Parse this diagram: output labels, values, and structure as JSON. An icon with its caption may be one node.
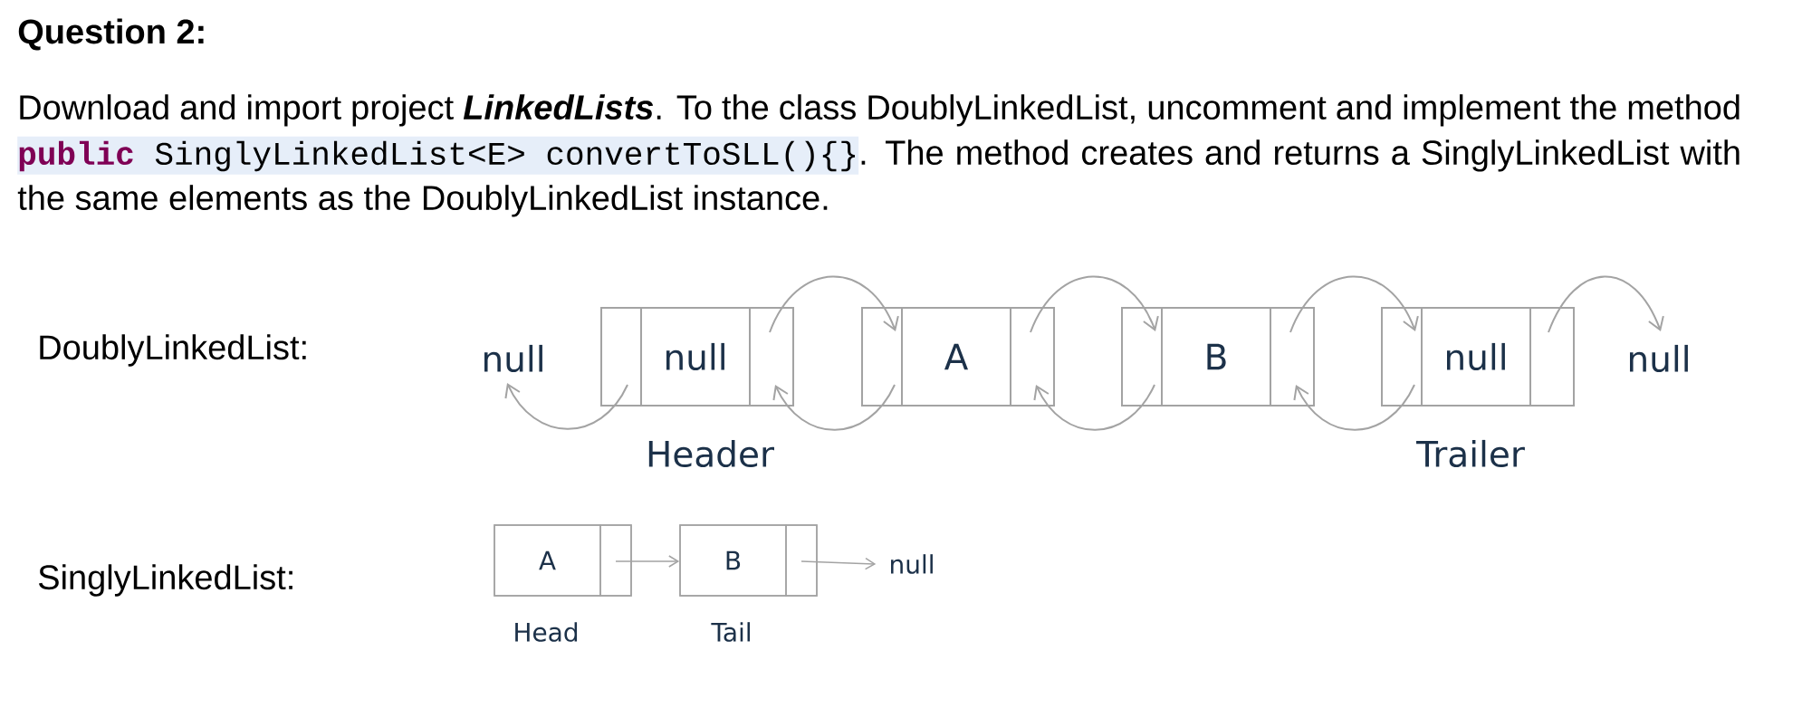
{
  "diagram": {
    "title": "Question 2:",
    "nodes": [
      {
        "text": [
          "null"
        ]
      },
      {
        "text": [],
        "shape": "box",
        "beside": [
          "Header"
        ]
      },
      {
        "text": [],
        "shape": "box",
        "in": 1
      },
      {
        "text": [
          "null"
        ],
        "in": 1
      },
      {
        "text": [],
        "shape": "box",
        "in": 1
      },
      {
        "text": [],
        "shape": "box"
      },
      {
        "text": [],
        "shape": "box",
        "in": 5
      },
      {
        "text": [
          "A"
        ],
        "in": 5
      },
      {
        "text": [],
        "shape": "box",
        "in": 5
      },
      {
        "text": [],
        "shape": "box"
      },
      {
        "text": [],
        "shape": "box",
        "in": 9
      },
      {
        "text": [
          "B"
        ],
        "in": 9
      },
      {
        "text": [],
        "shape": "box",
        "in": 9
      },
      {
        "text": [],
        "shape": "box",
        "beside": [
          "Trailer"
        ]
      },
      {
        "text": [],
        "shape": "box",
        "in": 13
      },
      {
        "text": [
          "null"
        ],
        "in": 13
      },
      {
        "text": [],
        "shape": "box",
        "in": 13
      },
      {
        "text": [
          "null"
        ]
      },
      {
        "text": [],
        "shape": "box",
        "beside": [
          "Head"
        ]
      },
      {
        "text": [
          "A"
        ],
        "in": 18
      },
      {
        "text": [],
        "shape": "box",
        "in": 18
      },
      {
        "text": [],
        "shape": "box",
        "beside": [
          "Tail"
        ]
      },
      {
        "text": [
          "B"
        ],
        "in": 21
      },
      {
        "text": [],
        "shape": "box",
        "in": 21
      },
      {
        "text": [
          "null"
        ]
      }
    ],
    "edges": [
      {
        "from": 2,
        "to": 0,
        "arrow": "to"
      },
      {
        "from": 4,
        "to": 6,
        "arrow": "to"
      },
      {
        "from": 6,
        "to": 4,
        "arrow": "to"
      },
      {
        "from": 8,
        "to": 10,
        "arrow": "to"
      },
      {
        "from": 10,
        "to": 8,
        "arrow": "to"
      },
      {
        "from": 12,
        "to": 14,
        "arrow": "to"
      },
      {
        "from": 14,
        "to": 12,
        "arrow": "to"
      },
      {
        "from": 16,
        "to": 17,
        "arrow": "to"
      },
      {
        "from": 20,
        "to": 21,
        "arrow": "to"
      },
      {
        "from": 23,
        "to": 24,
        "arrow": "to"
      }
    ],
    "labels": [
      "Download and import project **LinkedLists**. To the class DoublyLinkedList, uncomment and implement the method",
      "**public** SinglyLinkedList<E> convertToSLL(){}",
      ". The method creates and returns a SinglyLinkedList with the same elements as the DoublyLinkedList instance.",
      "DoublyLinkedList:",
      "SinglyLinkedList:"
    ]
  }
}
